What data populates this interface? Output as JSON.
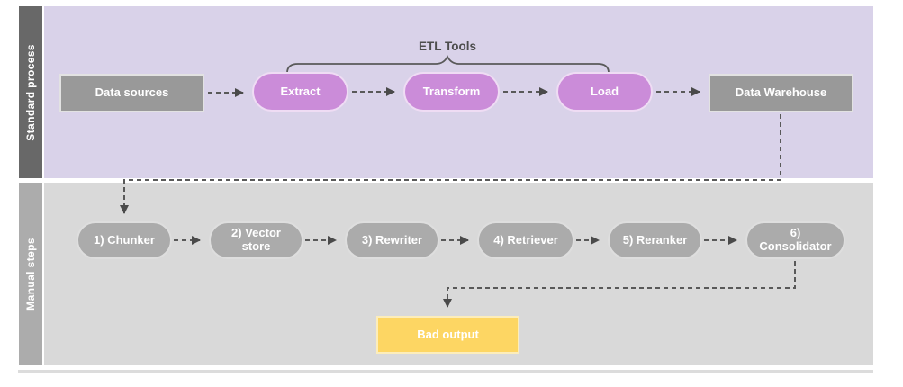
{
  "lanes": {
    "standard": {
      "label": "Standard process"
    },
    "manual": {
      "label": "Manual steps"
    }
  },
  "groups": {
    "etl_tools": {
      "label": "ETL Tools",
      "members": [
        "Extract",
        "Transform",
        "Load"
      ]
    }
  },
  "nodes": {
    "data_sources": {
      "label": "Data sources"
    },
    "extract": {
      "label": "Extract"
    },
    "transform": {
      "label": "Transform"
    },
    "load": {
      "label": "Load"
    },
    "data_warehouse": {
      "label": "Data Warehouse"
    },
    "chunker": {
      "label": "1) Chunker"
    },
    "vector_store": {
      "label": "2) Vector store"
    },
    "rewriter": {
      "label": "3) Rewriter"
    },
    "retriever": {
      "label": "4) Retriever"
    },
    "reranker": {
      "label": "5) Reranker"
    },
    "consolidator": {
      "label": "6) Consolidator"
    },
    "bad_output": {
      "label": "Bad output"
    }
  },
  "edges": [
    {
      "from": "Data sources",
      "to": "Extract"
    },
    {
      "from": "Extract",
      "to": "Transform"
    },
    {
      "from": "Transform",
      "to": "Load"
    },
    {
      "from": "Load",
      "to": "Data Warehouse"
    },
    {
      "from": "Data Warehouse",
      "to": "1) Chunker"
    },
    {
      "from": "1) Chunker",
      "to": "2) Vector store"
    },
    {
      "from": "2) Vector store",
      "to": "3) Rewriter"
    },
    {
      "from": "3) Rewriter",
      "to": "4) Retriever"
    },
    {
      "from": "4) Retriever",
      "to": "5) Reranker"
    },
    {
      "from": "5) Reranker",
      "to": "6) Consolidator"
    },
    {
      "from": "6) Consolidator",
      "to": "Bad output"
    }
  ],
  "colors": {
    "lane_standard_strip": "#686868",
    "lane_standard_bg": "#d9d2e9",
    "lane_manual_strip": "#acacac",
    "lane_manual_bg": "#d9d9d9",
    "node_gray": "#999999",
    "node_purple": "#cb8cd9",
    "node_step_gray": "#ababab",
    "node_yellow": "#fdd663",
    "connector": "#595959",
    "node_text": "#ffffff",
    "group_label_text": "#4d4d4d"
  }
}
